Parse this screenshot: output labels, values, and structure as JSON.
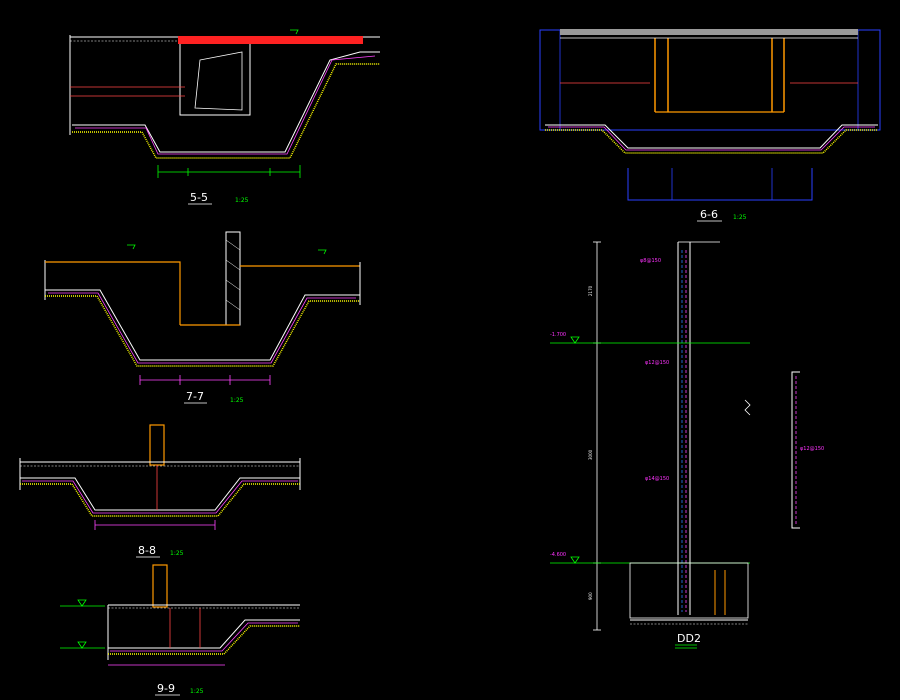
{
  "drawing": {
    "sections": [
      {
        "id": "5-5",
        "title": "5-5",
        "scale": "1:25"
      },
      {
        "id": "6-6",
        "title": "6-6",
        "scale": "1:25"
      },
      {
        "id": "7-7",
        "title": "7-7",
        "scale": "1:25"
      },
      {
        "id": "8-8",
        "title": "8-8",
        "scale": "1:25"
      },
      {
        "id": "9-9",
        "title": "9-9",
        "scale": "1:25"
      }
    ],
    "detail": {
      "title": "DD2"
    },
    "dimensions": {
      "height_top": "2170",
      "height_mid": "3000",
      "height_bottom": "900"
    },
    "levels": {
      "upper": "-1.700",
      "lower": "-4.600"
    },
    "labels": {
      "steel_upper": "φ8@150",
      "steel_mid": "φ12@150",
      "steel_lower": "φ14@150",
      "steel_right": "φ12@150"
    },
    "colors": {
      "background": "#000000",
      "outline": "#ffffff",
      "concrete": "#ffff00",
      "rebar": "#ff3333",
      "wall": "#ff9900",
      "dimension": "#00ff00",
      "annotation": "#ff33ff",
      "frame": "#2a3fff"
    }
  }
}
